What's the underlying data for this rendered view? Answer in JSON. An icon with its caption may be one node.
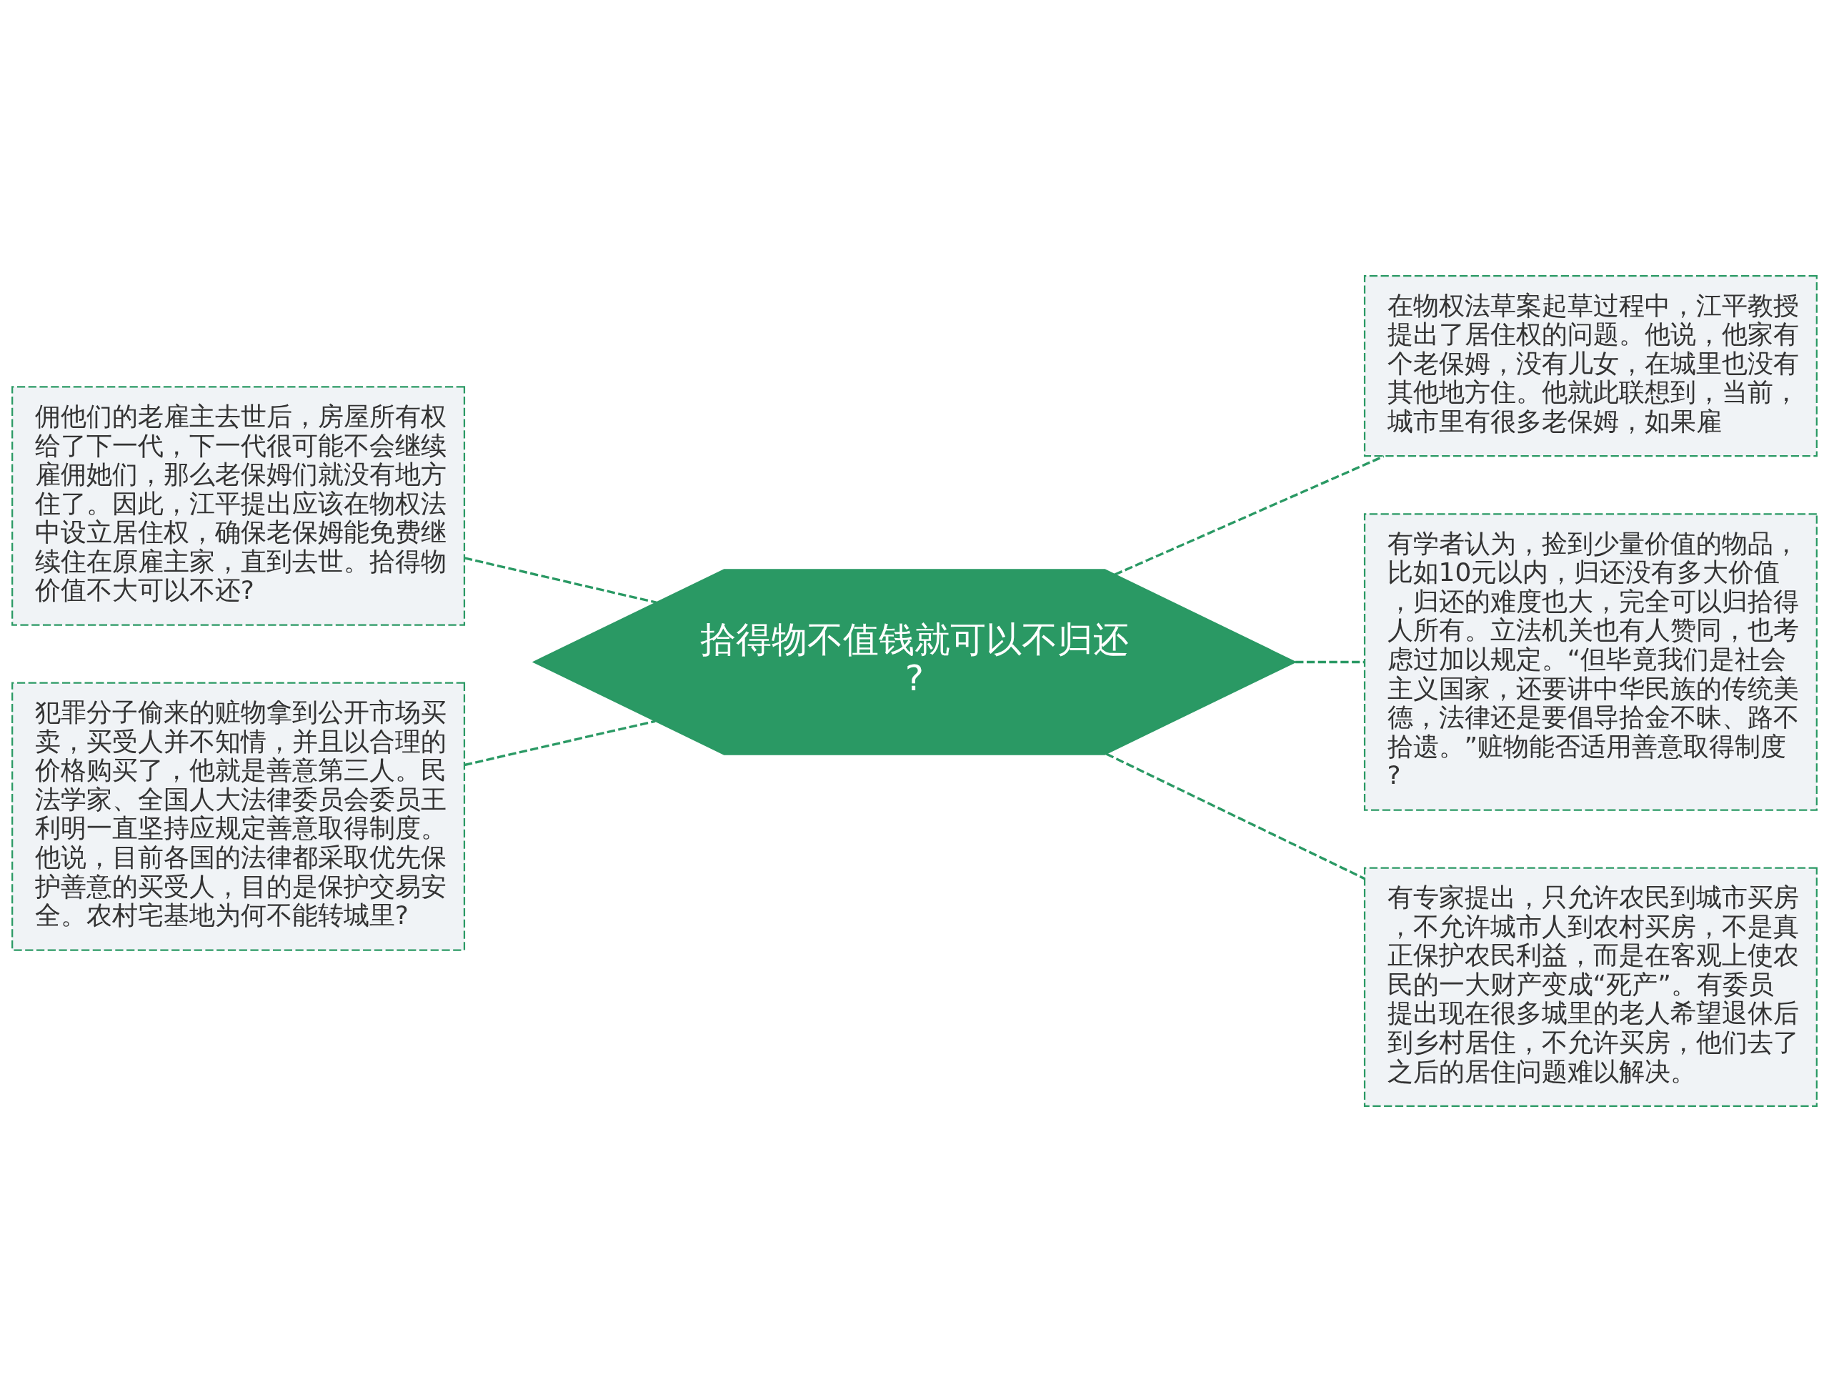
{
  "diagram": {
    "nodes": [
      {
        "text": [
          "拾得物不值钱就可以不归还?"
        ]
      },
      {
        "text": [
          "佣他们的老雇主去世后，房屋所有权给了下一代，下一代很可能不会继续雇佣她们，那么老保姆们就没有地方住了。因此，江平提出应该在物权法中设立居住权，确保老保姆能免费继续住在原雇主家，直到去世。拾得物价值不大可以不还?"
        ]
      },
      {
        "text": [
          "犯罪分子偷来的赃物拿到公开市场买卖，买受人并不知情，并且以合理的价格购买了，他就是善意第三人。民法学家、全国人大法律委员会委员王利明一直坚持应规定善意取得制度。他说，目前各国的法律都采取优先保护善意的买受人，目的是保护交易安全。农村宅基地为何不能转城里?"
        ]
      },
      {
        "text": [
          "在物权法草案起草过程中，江平教授提出了居住权的问题。他说，他家有个老保姆，没有儿女，在城里也没有其他地方住。他就此联想到，当前，城市里有很多老保姆，如果雇"
        ]
      },
      {
        "text": [
          "有学者认为，捡到少量价值的物品，比如10元以内，归还没有多大价值，归还的难度也大，完全可以归拾得人所有。立法机关也有人赞同，也考虑过加以规定。“但毕竟我们是社会主义国家，还要讲中华民族的传统美德，法律还是要倡导拾金不昧、路不拾遗。”赃物能否适用善意取得制度?"
        ]
      },
      {
        "text": [
          "有专家提出，只允许农民到城市买房，不允许城市人到农村买房，不是真正保护农民利益，而是在客观上使农民的一大财产变成“死产”。有委员提出现在很多城里的老人希望退休后到乡村居住，不允许买房，他们去了之后的居住问题难以解决。"
        ]
      }
    ],
    "edges": [
      {
        "from": 0,
        "to": 1,
        "arrow": "none",
        "style": "dashed"
      },
      {
        "from": 0,
        "to": 2,
        "arrow": "none",
        "style": "dashed"
      },
      {
        "from": 0,
        "to": 3,
        "arrow": "none",
        "style": "dashed"
      },
      {
        "from": 0,
        "to": 4,
        "arrow": "none",
        "style": "dashed"
      },
      {
        "from": 0,
        "to": 5,
        "arrow": "none",
        "style": "dashed"
      }
    ]
  }
}
